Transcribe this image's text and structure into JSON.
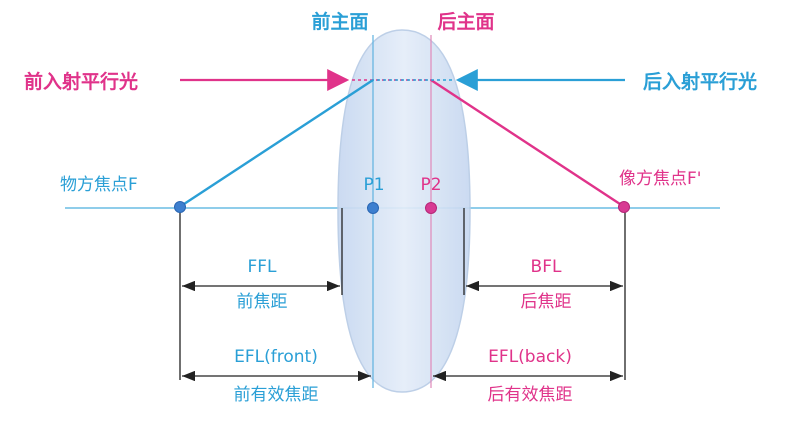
{
  "labels": {
    "front_principal_plane": "前主面",
    "back_principal_plane": "后主面",
    "front_parallel_light": "前入射平行光",
    "back_parallel_light": "后入射平行光",
    "object_focal_point": "物方焦点F",
    "image_focal_point": "像方焦点F'",
    "p1": "P1",
    "p2": "P2",
    "ffl": "FFL",
    "ffl_cn": "前焦距",
    "bfl": "BFL",
    "bfl_cn": "后焦距",
    "efl_front": "EFL(front)",
    "efl_front_cn": "前有效焦距",
    "efl_back": "EFL(back)",
    "efl_back_cn": "后有效焦距"
  },
  "colors": {
    "blue": "#2a9fd6",
    "magenta": "#e0338a",
    "axis": "#8fcdea",
    "lens": "#d6e4f5",
    "dimension": "#222222",
    "dot_blue": "#3d7fcf",
    "dot_magenta": "#d83a93"
  }
}
